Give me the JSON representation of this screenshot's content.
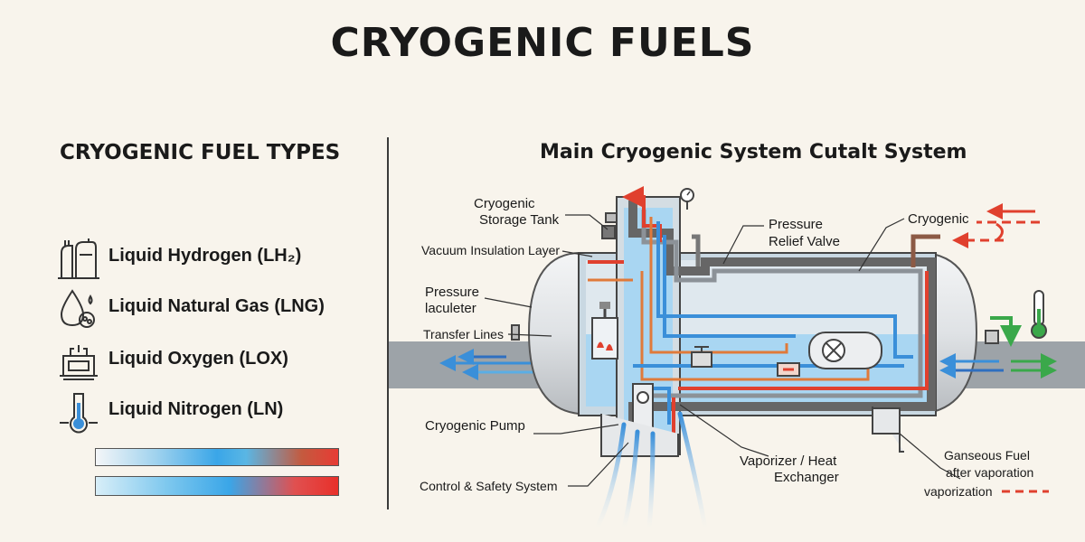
{
  "title": "CRYOGENIC FUELS",
  "left_panel": {
    "heading": "CRYOGENIC FUEL TYPES",
    "fuels": [
      {
        "label": "Liquid Hydrogen (LH₂)",
        "icon": "storage-tank-icon"
      },
      {
        "label": "Liquid Natural Gas (LNG)",
        "icon": "droplet-icon"
      },
      {
        "label": "Liquid Oxygen (LOX)",
        "icon": "oxygen-unit-icon"
      },
      {
        "label": "Liquid Nitrogen (LN)",
        "icon": "thermometer-icon"
      }
    ]
  },
  "right_panel": {
    "heading": "Main Cryogenic System Cutalt System",
    "labels": {
      "storage_tank_1": "Cryogenic",
      "storage_tank_2": "Storage Tank",
      "vacuum": "Vacuum Insulation Layer",
      "pressure_relief_1": "Pressure",
      "pressure_relief_2": "Relief Valve",
      "cryogenic": "Cryogenic",
      "pressure_lac_1": "Pressure",
      "pressure_lac_2": "laculeter",
      "transfer": "Transfer Lines",
      "pump": "Cryogenic Pump",
      "control": "Control & Safety System",
      "vaporizer_1": "Vaporizer / Heat",
      "vaporizer_2": "Exchanger",
      "gaseous_1": "Ganseous Fuel",
      "gaseous_2": "after vaporation",
      "gaseous_3": "vaporization"
    }
  },
  "colors": {
    "background": "#f8f4ec",
    "cold_blue": "#3a8fd9",
    "hot_red": "#e0402e",
    "green": "#3aa84a",
    "tank_gray": "#dcdfe2"
  }
}
